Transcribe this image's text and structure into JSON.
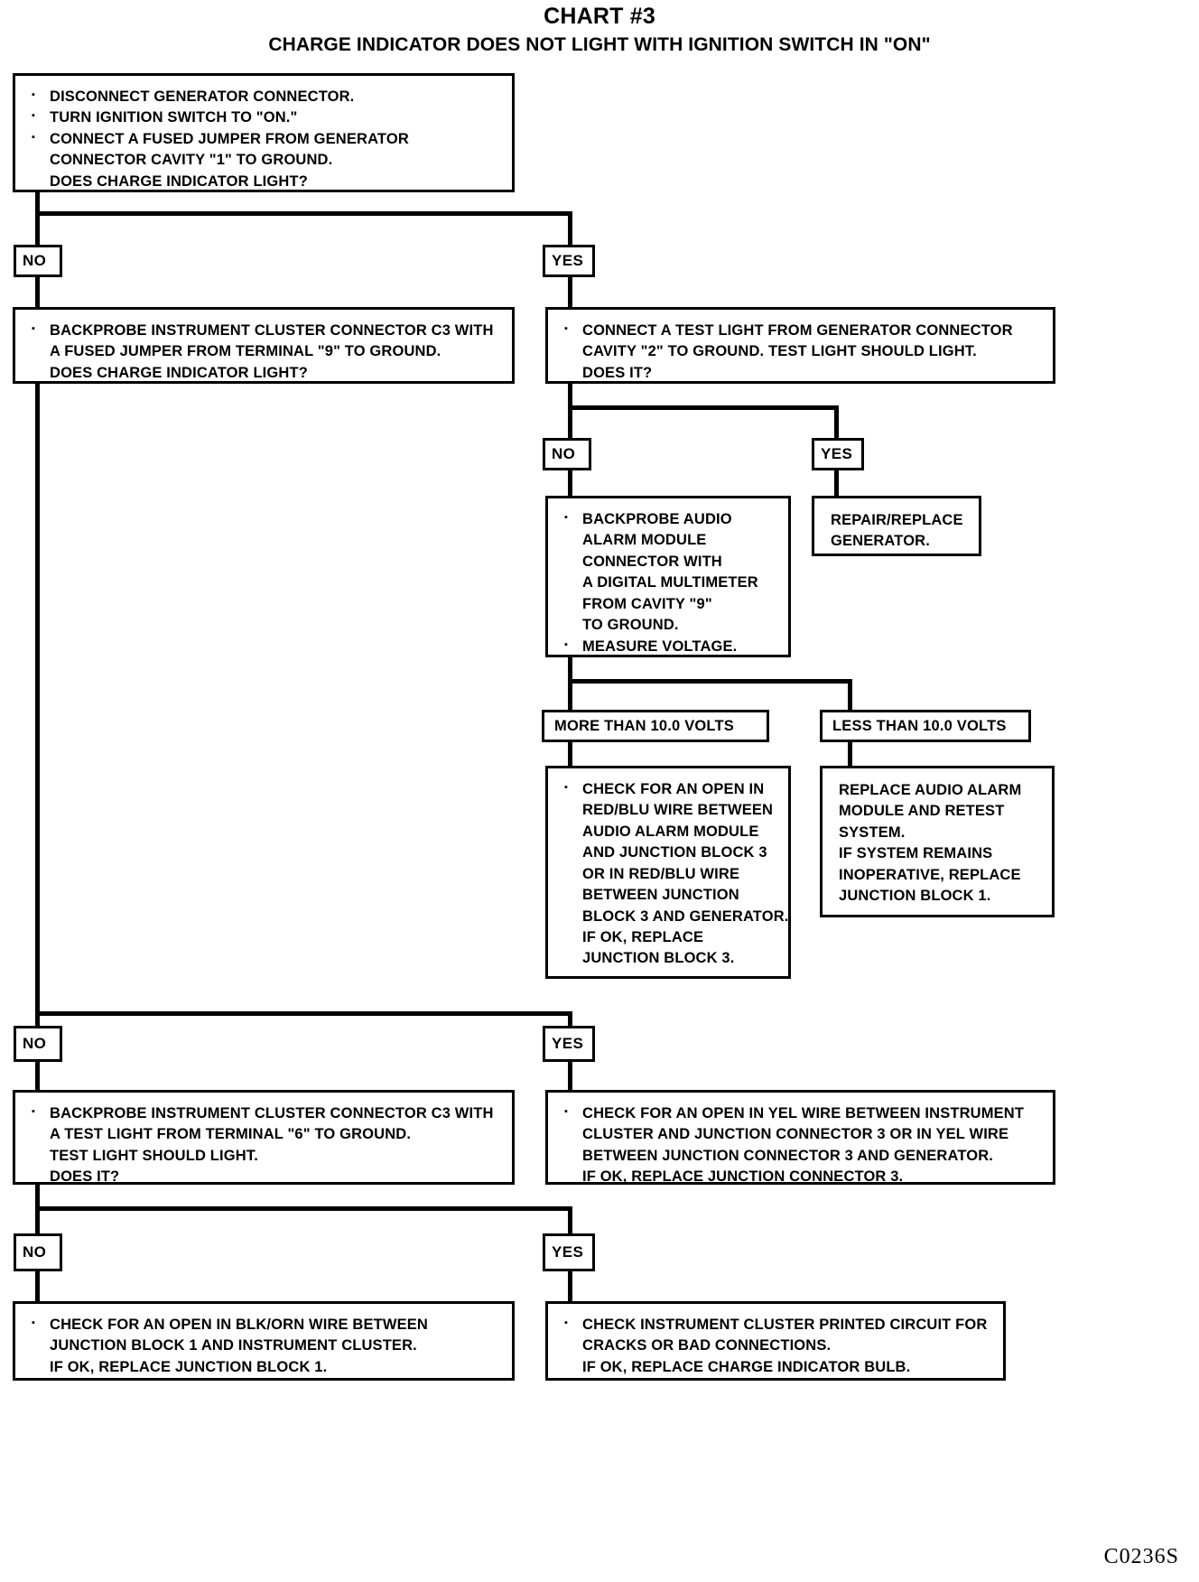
{
  "title": {
    "main": "CHART #3",
    "sub": "CHARGE INDICATOR DOES NOT LIGHT WITH IGNITION SWITCH IN \"ON\""
  },
  "footer": {
    "code": "C0236S"
  },
  "labels": {
    "no": "NO",
    "yes": "YES",
    "more_volts": "MORE THAN 10.0 VOLTS",
    "less_volts": "LESS THAN 10.0 VOLTS"
  },
  "nodes": {
    "start": {
      "lines": [
        [
          "DISCONNECT GENERATOR CONNECTOR."
        ],
        [
          "TURN IGNITION SWITCH TO \"ON.\""
        ],
        [
          "CONNECT A FUSED JUMPER FROM GENERATOR",
          "CONNECTOR CAVITY \"1\" TO GROUND.",
          "DOES CHARGE INDICATOR LIGHT?"
        ]
      ]
    },
    "backprobe_c3_t9": {
      "lines": [
        [
          "BACKPROBE INSTRUMENT CLUSTER CONNECTOR C3 WITH",
          "A FUSED JUMPER FROM TERMINAL \"9\" TO GROUND.",
          "DOES CHARGE INDICATOR LIGHT?"
        ]
      ]
    },
    "test_light_cavity2": {
      "lines": [
        [
          "CONNECT A TEST LIGHT FROM GENERATOR CONNECTOR",
          "CAVITY \"2\" TO GROUND. TEST LIGHT SHOULD LIGHT.",
          "DOES IT?"
        ]
      ]
    },
    "backprobe_audio_alarm": {
      "lines": [
        [
          "BACKPROBE AUDIO",
          "ALARM MODULE",
          "CONNECTOR WITH",
          "A DIGITAL MULTIMETER",
          "FROM CAVITY  \"9\"",
          "TO  GROUND."
        ],
        [
          "MEASURE VOLTAGE."
        ]
      ]
    },
    "repair_replace_generator": {
      "lines": [
        "REPAIR/REPLACE",
        "GENERATOR."
      ]
    },
    "check_open_redblu": {
      "lines": [
        [
          "CHECK FOR AN OPEN IN",
          "RED/BLU WIRE BETWEEN",
          "AUDIO ALARM MODULE",
          "AND JUNCTION BLOCK 3",
          "OR IN RED/BLU WIRE",
          "BETWEEN JUNCTION",
          "BLOCK 3 AND GENERATOR.",
          "IF OK, REPLACE",
          "JUNCTION BLOCK 3."
        ]
      ]
    },
    "replace_audio_alarm": {
      "lines": [
        "REPLACE AUDIO ALARM",
        "MODULE AND RETEST",
        "SYSTEM.",
        "IF SYSTEM REMAINS",
        "INOPERATIVE, REPLACE",
        "JUNCTION BLOCK 1."
      ]
    },
    "backprobe_c3_t6": {
      "lines": [
        [
          "BACKPROBE INSTRUMENT CLUSTER CONNECTOR C3 WITH",
          "A TEST LIGHT FROM TERMINAL \"6\" TO GROUND.",
          "TEST LIGHT SHOULD LIGHT.",
          "DOES IT?"
        ]
      ]
    },
    "check_open_yel": {
      "lines": [
        [
          "CHECK FOR AN OPEN IN YEL WIRE BETWEEN INSTRUMENT",
          "CLUSTER AND JUNCTION CONNECTOR 3 OR IN YEL WIRE",
          "BETWEEN JUNCTION CONNECTOR 3 AND GENERATOR.",
          "IF OK, REPLACE JUNCTION CONNECTOR 3."
        ]
      ]
    },
    "check_open_blkorn": {
      "lines": [
        [
          "CHECK FOR AN OPEN IN BLK/ORN WIRE BETWEEN",
          "JUNCTION BLOCK 1 AND INSTRUMENT CLUSTER.",
          "IF OK, REPLACE JUNCTION BLOCK 1."
        ]
      ]
    },
    "check_printed_circuit": {
      "lines": [
        [
          "CHECK INSTRUMENT CLUSTER PRINTED CIRCUIT FOR",
          "CRACKS OR BAD CONNECTIONS.",
          "IF OK, REPLACE CHARGE INDICATOR BULB."
        ]
      ]
    }
  }
}
